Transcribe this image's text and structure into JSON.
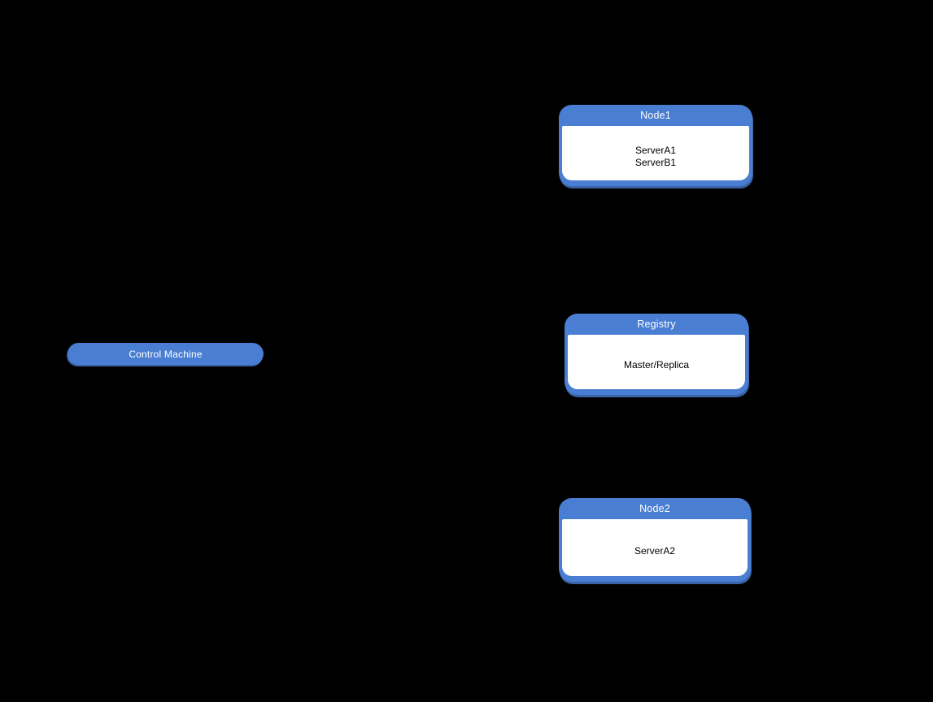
{
  "canvas": {
    "background": "#000000"
  },
  "palette": {
    "shape_fill": "#4A7ED2",
    "shape_shadow": "#3A64A6",
    "panel_fill": "#FFFFFF",
    "title_text": "#FFFFFF",
    "body_text": "#000000"
  },
  "control_machine": {
    "label": "Control Machine"
  },
  "nodes": [
    {
      "title": "Node1",
      "lines": [
        "ServerA1",
        "ServerB1"
      ]
    },
    {
      "title": "Registry",
      "lines": [
        "Master/Replica"
      ]
    },
    {
      "title": "Node2",
      "lines": [
        "ServerA2"
      ]
    }
  ]
}
